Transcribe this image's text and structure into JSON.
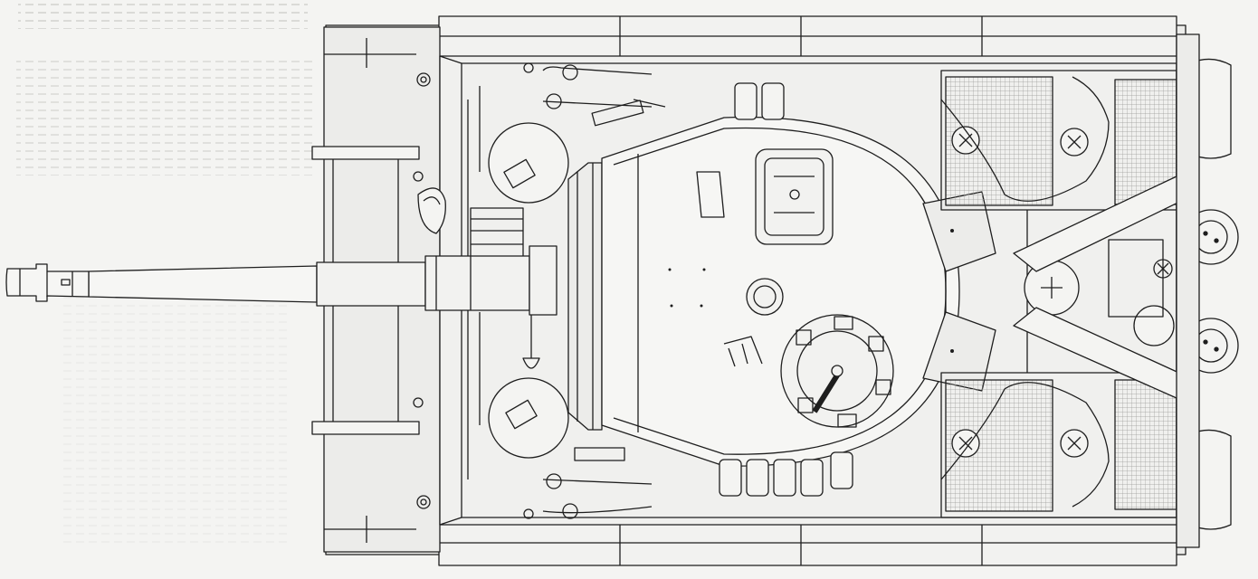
{
  "drawing": {
    "subject": "tank-hull-and-turret-top-view",
    "view": "top",
    "style": "technical-line-drawing",
    "colors": {
      "paper": "#f4f4f2",
      "line": "#1e1e1e",
      "fill": "#ececea",
      "mesh": "#b9b9b6",
      "ghost_text": "#c9c9c6"
    }
  },
  "components": {
    "gun": {
      "barrel": "main-gun-barrel",
      "muzzle": "muzzle-brake",
      "mantlet": "gun-mantlet"
    },
    "turret": {
      "roof": "turret-roof",
      "loader_hatch": "loader-hatch",
      "cupola": "commander-cupola",
      "vent": "turret-vent"
    },
    "engine_deck": {
      "grilles": 4,
      "fan_covers": 4,
      "exhaust_pipes": 2
    },
    "storage": {
      "cylinders": 2,
      "air_cleaners": 4,
      "tools": [
        "shovel",
        "axe",
        "tow-cables",
        "jack"
      ]
    }
  }
}
